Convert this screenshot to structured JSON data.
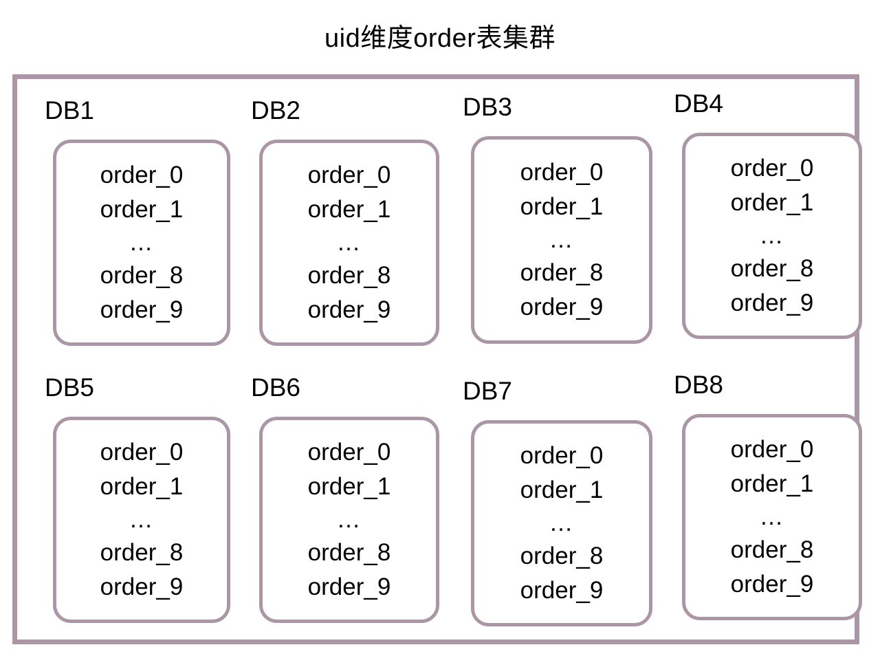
{
  "diagram": {
    "title": "uid维度order表集群",
    "colors": {
      "border": "#ab96a6",
      "background": "#ffffff",
      "text": "#000000"
    },
    "databases": [
      {
        "label": "DB1",
        "tables": [
          "order_0",
          "order_1",
          "…",
          "order_8",
          "order_9"
        ]
      },
      {
        "label": "DB2",
        "tables": [
          "order_0",
          "order_1",
          "…",
          "order_8",
          "order_9"
        ]
      },
      {
        "label": "DB3",
        "tables": [
          "order_0",
          "order_1",
          "…",
          "order_8",
          "order_9"
        ]
      },
      {
        "label": "DB4",
        "tables": [
          "order_0",
          "order_1",
          "…",
          "order_8",
          "order_9"
        ]
      },
      {
        "label": "DB5",
        "tables": [
          "order_0",
          "order_1",
          "…",
          "order_8",
          "order_9"
        ]
      },
      {
        "label": "DB6",
        "tables": [
          "order_0",
          "order_1",
          "…",
          "order_8",
          "order_9"
        ]
      },
      {
        "label": "DB7",
        "tables": [
          "order_0",
          "order_1",
          "…",
          "order_8",
          "order_9"
        ]
      },
      {
        "label": "DB8",
        "tables": [
          "order_0",
          "order_1",
          "…",
          "order_8",
          "order_9"
        ]
      }
    ]
  }
}
